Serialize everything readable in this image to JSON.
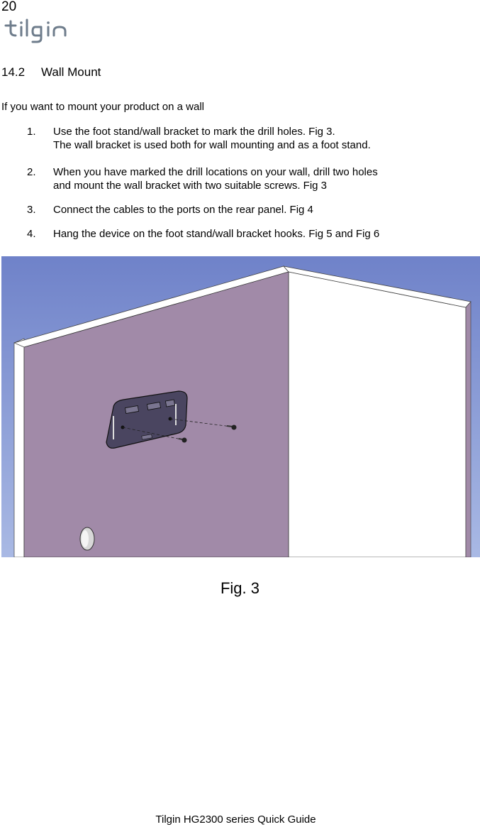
{
  "header": {
    "page_number": "20",
    "logo_text": "tilgin"
  },
  "section": {
    "number": "14.2",
    "title": "Wall Mount"
  },
  "intro": "If you want to mount your product on a wall",
  "steps": [
    {
      "num": "1.",
      "lines": [
        "Use the foot stand/wall bracket to mark the drill holes. Fig 3.",
        "The wall bracket is used both for wall mounting and as a foot stand."
      ]
    },
    {
      "num": "2.",
      "lines": [
        "When you have marked the drill locations on your wall, drill two holes",
        "and mount the wall bracket with two suitable screws. Fig 3"
      ]
    },
    {
      "num": "3.",
      "lines": [
        "Connect the cables to the ports on the rear panel. Fig 4"
      ]
    },
    {
      "num": "4.",
      "lines": [
        "Hang the device on the foot stand/wall bracket hooks. Fig 5 and Fig 6"
      ]
    }
  ],
  "figure": {
    "caption": "Fig. 3",
    "colors": {
      "sky_top": "#6f82c9",
      "sky_bottom": "#a9b9e4",
      "wall_face": "#a18aa8",
      "wall_side": "#ffffff",
      "bracket": "#4a4560"
    }
  },
  "footer": "Tilgin HG2300 series Quick Guide"
}
